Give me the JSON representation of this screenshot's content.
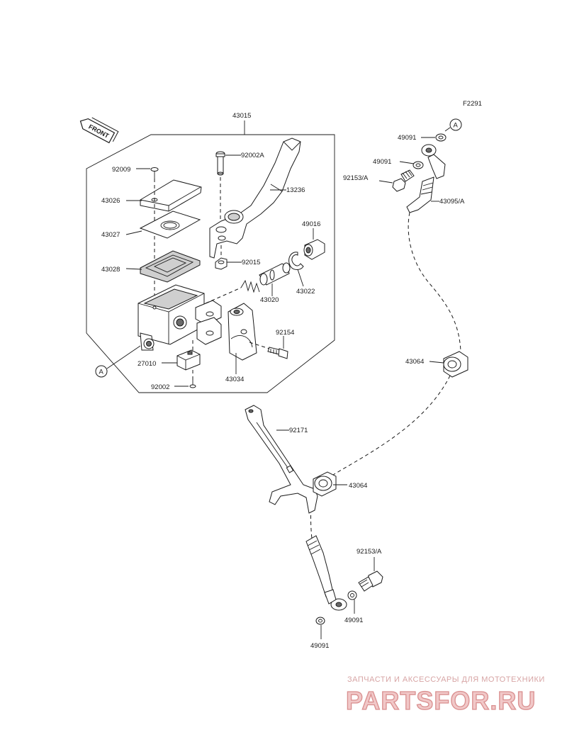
{
  "figure_code": "F2291",
  "front_label": "FRONT",
  "ref_marker": "A",
  "part_labels": {
    "p43015": "43015",
    "p92002A": "92002A",
    "p13236": "13236",
    "p92009": "92009",
    "p43026": "43026",
    "p43027": "43027",
    "p43028": "43028",
    "p49016": "49016",
    "p92015": "92015",
    "p43022": "43022",
    "p43020": "43020",
    "p92154": "92154",
    "p27010": "27010",
    "p43034": "43034",
    "p92002": "92002",
    "p49091_a": "49091",
    "p49091_b": "49091",
    "p92153A_a": "92153/A",
    "p43095A": "43095/A",
    "p43064_a": "43064",
    "p92171": "92171",
    "p43064_b": "43064",
    "p92153A_b": "92153/A",
    "p49091_c": "49091",
    "p49091_d": "49091"
  },
  "watermark": {
    "subtitle": "ЗАПЧАСТИ И АКСЕССУАРЫ ДЛЯ МОТОТЕХНИКИ",
    "brand": "PARTSFOR.RU"
  },
  "colors": {
    "line": "#1a1a1a",
    "watermark": "#d98f8f"
  }
}
